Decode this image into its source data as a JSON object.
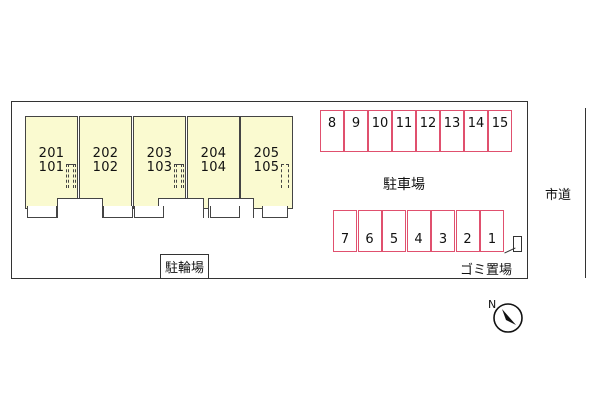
{
  "units": [
    {
      "upper": "201",
      "lower": "101"
    },
    {
      "upper": "202",
      "lower": "102"
    },
    {
      "upper": "203",
      "lower": "103"
    },
    {
      "upper": "204",
      "lower": "104"
    },
    {
      "upper": "205",
      "lower": "105"
    }
  ],
  "parking": {
    "label": "駐車場",
    "top_row": [
      "8",
      "9",
      "10",
      "11",
      "12",
      "13",
      "14",
      "15"
    ],
    "bottom_row": [
      "7",
      "6",
      "5",
      "4",
      "3",
      "2",
      "1"
    ]
  },
  "bike_parking_label": "駐輪場",
  "garbage_label": "ゴミ置場",
  "road_label": "市道",
  "compass_label": "N",
  "colors": {
    "unit_fill": "#fafad0",
    "parking_border": "#e0506e",
    "outline": "#333333"
  }
}
